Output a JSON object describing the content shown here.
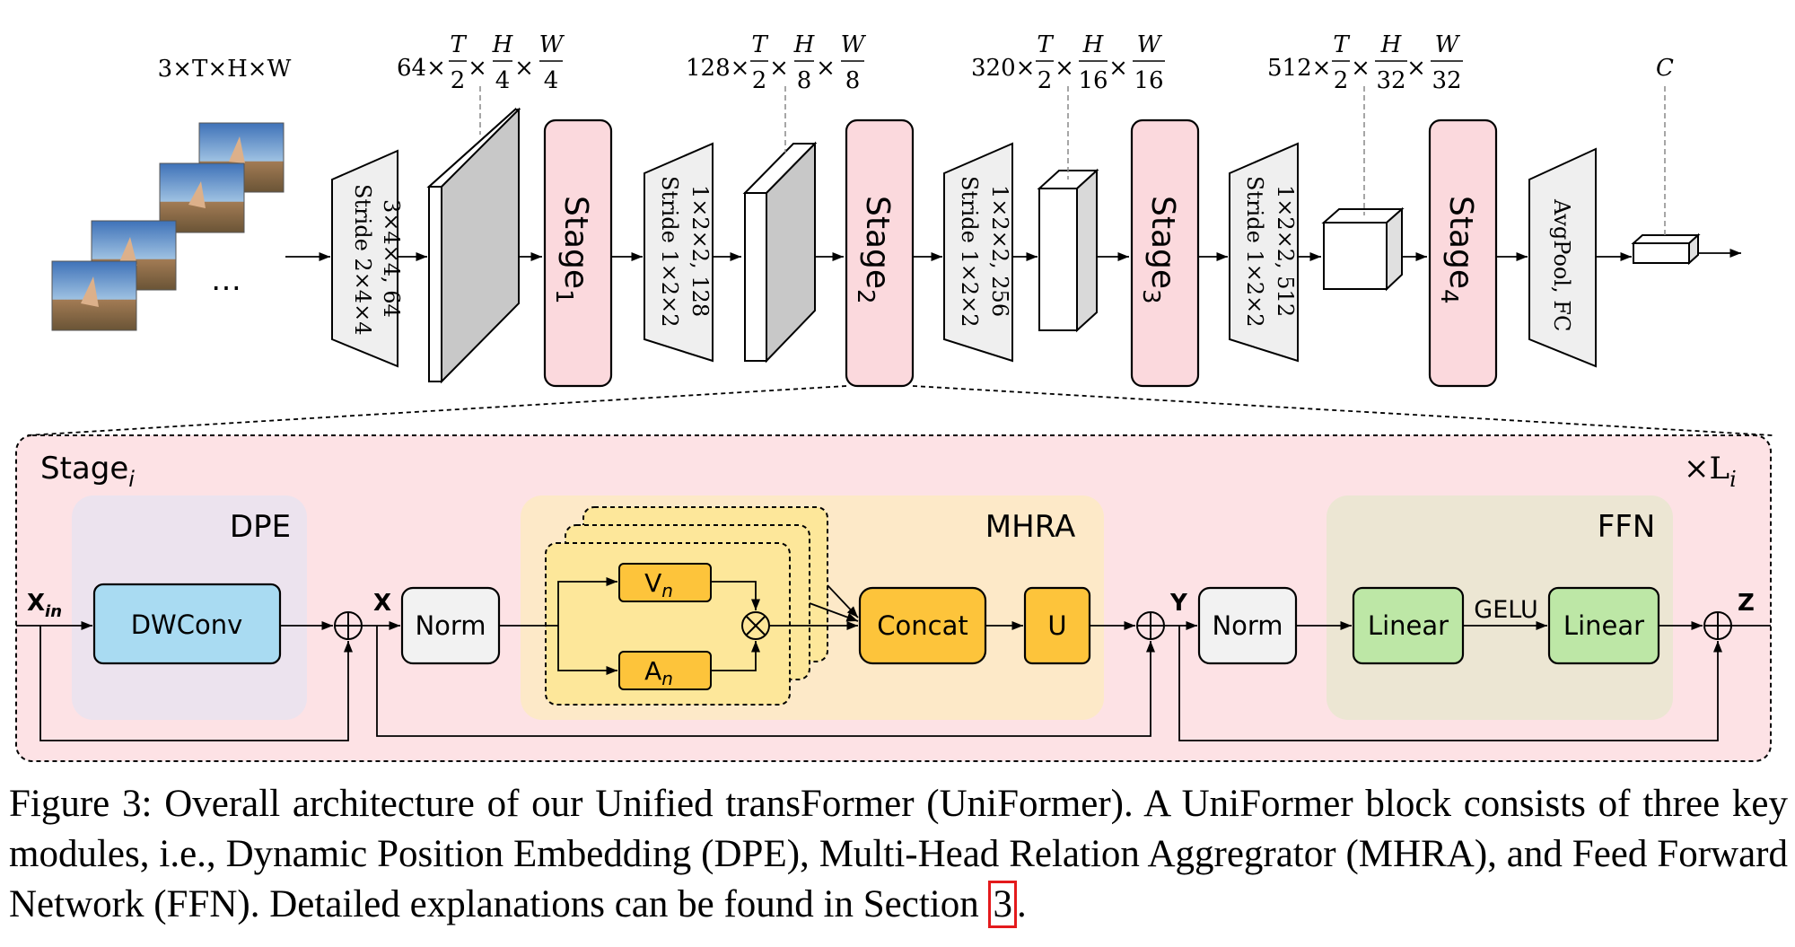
{
  "top": {
    "input_dim": "3×T×H×W",
    "stage_dims": [
      {
        "channels": "64×",
        "t": "T",
        "t_div": "2",
        "h": "H",
        "h_div": "4",
        "w": "W",
        "w_div": "4"
      },
      {
        "channels": "128×",
        "t": "T",
        "t_div": "2",
        "h": "H",
        "h_div": "8",
        "w": "W",
        "w_div": "8"
      },
      {
        "channels": "320×",
        "t": "T",
        "t_div": "2",
        "h": "H",
        "h_div": "16",
        "w": "W",
        "w_div": "16"
      },
      {
        "channels": "512×",
        "t": "T",
        "t_div": "2",
        "h": "H",
        "h_div": "32",
        "w": "W",
        "w_div": "32"
      }
    ],
    "output_dim": "C",
    "times": "×",
    "ellipsis": "⋯",
    "convs": [
      {
        "line1": "3×4×4, 64",
        "line2": "Stride 2×4×4"
      },
      {
        "line1": "1×2×2, 128",
        "line2": "Stride 1×2×2"
      },
      {
        "line1": "1×2×2, 256",
        "line2": "Stride 1×2×2"
      },
      {
        "line1": "1×2×2, 512",
        "line2": "Stride 1×2×2"
      }
    ],
    "stages": [
      {
        "label": "Stage",
        "sub": "1"
      },
      {
        "label": "Stage",
        "sub": "2"
      },
      {
        "label": "Stage",
        "sub": "3"
      },
      {
        "label": "Stage",
        "sub": "4"
      }
    ],
    "head": "AvgPool, FC"
  },
  "block": {
    "title": "Stage",
    "title_sub": "i",
    "repeat": "×L",
    "repeat_sub": "i",
    "dpe": {
      "title": "DPE",
      "dwconv": "DWConv"
    },
    "mhra": {
      "title": "MHRA",
      "v": "V",
      "v_sub": "n",
      "a": "A",
      "a_sub": "n",
      "concat": "Concat",
      "u": "U"
    },
    "ffn": {
      "title": "FFN",
      "linear1": "Linear",
      "activation": "GELU",
      "linear2": "Linear"
    },
    "norm": "Norm",
    "labels": {
      "x_in": "X",
      "x_in_sub": "in",
      "x": "X",
      "y": "Y",
      "z": "Z"
    }
  },
  "caption": {
    "text": "Figure 3: Overall architecture of our Unified transFormer (UniFormer). A UniFormer block consists of three key modules, i.e., Dynamic Position Embedding (DPE), Multi-Head Relation Aggregrator (MHRA), and Feed Forward Network (FFN). Detailed explanations can be found in Section ",
    "ref": "3",
    "end": "."
  },
  "colors": {
    "stage_fill": "#fbd9dd",
    "block_fill": "#fde2e5",
    "dpe_fill": "#ece3ee",
    "mhra_fill": "#fde9c8",
    "ffn_fill": "#ece6d3",
    "dwconv_fill": "#a9dbf2",
    "linear_fill": "#bde7a6",
    "yellow_fill": "#fdc43b",
    "head_card_fill": "#fde79a",
    "gray_fill": "#c8c8c8",
    "trap_fill": "#efefef"
  }
}
